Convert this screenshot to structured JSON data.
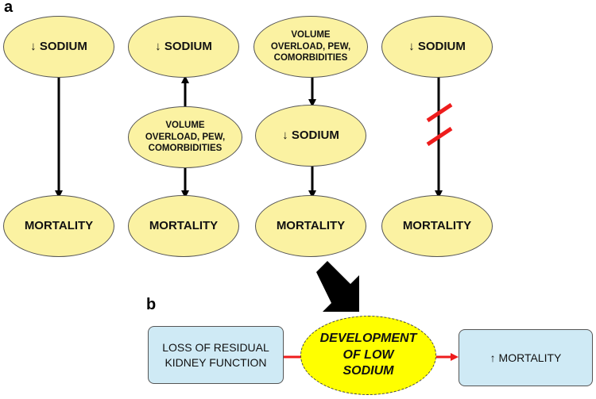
{
  "panel_labels": {
    "a": "a",
    "b": "b"
  },
  "panel_a": {
    "col1": {
      "top": "↓ SODIUM",
      "bottom": "MORTALITY"
    },
    "col2": {
      "top": "↓ SODIUM",
      "middle": "VOLUME\nOVERLOAD, PEW,\nCOMORBIDITIES",
      "bottom": "MORTALITY"
    },
    "col3": {
      "top": "VOLUME\nOVERLOAD, PEW,\nCOMORBIDITIES",
      "middle": "↓ SODIUM",
      "bottom": "MORTALITY"
    },
    "col4": {
      "top": "↓ SODIUM",
      "bottom": "MORTALITY"
    }
  },
  "panel_b": {
    "left_box": "LOSS OF RESIDUAL\nKIDNEY FUNCTION",
    "center": "DEVELOPMENT\nOF LOW\nSODIUM",
    "right_box": "↑ MORTALITY"
  },
  "colors": {
    "ellipse_fill": "#fbf2a2",
    "box_fill": "#cfeaf5",
    "highlight_fill": "#ffff00",
    "arrow": "#000000",
    "red_arrow": "#ee1c1c",
    "break_mark": "#ee1c1c"
  }
}
